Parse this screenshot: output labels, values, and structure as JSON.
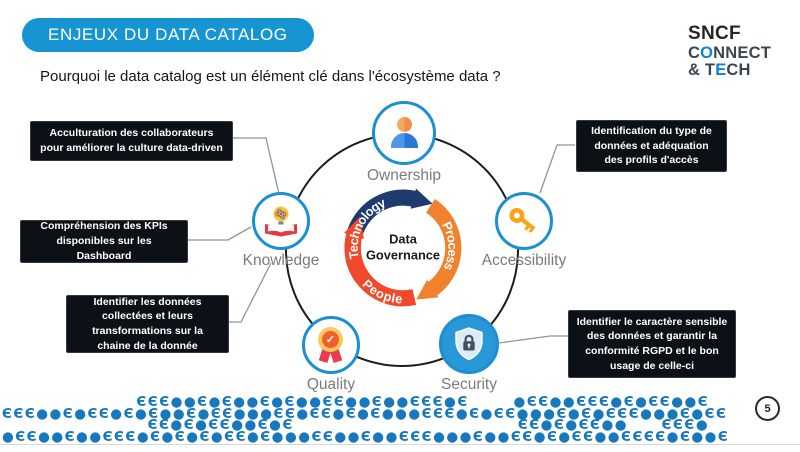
{
  "slide": {
    "title": "ENJEUX DU DATA CATALOG",
    "subtitle": "Pourquoi le data catalog est un élément clé dans l'écosystème data ?",
    "page_number": "5"
  },
  "logo": {
    "line1": "SNCF",
    "connect_c": "C",
    "connect_o": "O",
    "connect_rest": "NNECT",
    "tech_pre": "& T",
    "tech_e": "E",
    "tech_rest": "CH"
  },
  "diagram": {
    "center": {
      "line1": "Data",
      "line2": "Governance"
    },
    "arrows": [
      {
        "label": "Technology",
        "color": "#1e3a6e"
      },
      {
        "label": "Process",
        "color": "#f0822d"
      },
      {
        "label": "People",
        "color": "#f1492a"
      }
    ],
    "nodes": [
      {
        "id": "ownership",
        "label": "Ownership",
        "icon": "person-icon"
      },
      {
        "id": "knowledge",
        "label": "Knowledge",
        "icon": "book-bulb-icon"
      },
      {
        "id": "accessibility",
        "label": "Accessibility",
        "icon": "key-icon"
      },
      {
        "id": "quality",
        "label": "Quality",
        "icon": "medal-icon"
      },
      {
        "id": "security",
        "label": "Security",
        "icon": "shield-lock-icon"
      }
    ],
    "callouts": [
      {
        "id": "acculturation",
        "text": "Acculturation des collaborateurs pour améliorer la culture data-driven"
      },
      {
        "id": "kpis",
        "text": "Compréhension des KPIs disponibles sur les Dashboard"
      },
      {
        "id": "lineage",
        "text": "Identifier les données collectées et leurs transformations sur la chaine de la donnée"
      },
      {
        "id": "access-type",
        "text": "Identification du type de données et adéquation des profils d'accès"
      },
      {
        "id": "rgpd",
        "text": "Identifier le caractère sensible des données et garantir la conformité RGPD et le bon usage de celle-ci"
      }
    ],
    "medal_check": "✓",
    "colors": {
      "accent_blue": "#1795d3",
      "node_ring_blue": "#1b8fd0",
      "navy": "#1e3a6e",
      "orange": "#f0822d",
      "red": "#f1492a",
      "footer_blue": "#1778be"
    }
  },
  "footer": {
    "pattern_rows": [
      "            ЄЄЄ●●Є●Є●●Є●Є●●ЄЄ●●Є●●ЄЄЄ●Є    ●ЄЄ●●ЄЄЄ●Є●ЄЄ●●Є",
      "ЄЄЄ●●Є●ЄЄ●Є●Є●●Є●ЄЄ●●●ЄЄ●ЄЄ●Є●Є●●●ЄЄЄ●Є●ЄЄ●●●Є●Є●ЄЄЄ●●●Є●ЄЄ",
      "             ЄЄ●Є●ЄЄ●●Є●Є                    ЄЄ●Є●ЄЄ●●   ЄЄЄ●",
      "●ЄЄ●●Є●●ЄЄЄ●Є●Є●Є●ЄЄ●Є●●●ЄЄ●●Є●●ЄЄЄ●●●Є●●ЄЄ●Є●ЄЄ●●ЄЄЄЄ●Є●●Є"
    ]
  }
}
